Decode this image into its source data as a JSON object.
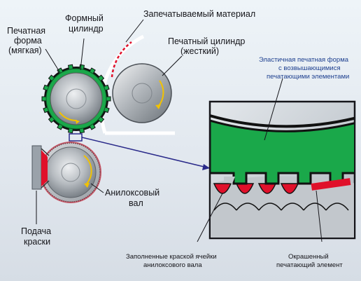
{
  "labels": {
    "plate_cylinder": [
      "Формный",
      "цилиндр"
    ],
    "soft_form": [
      "Печатная",
      "форма",
      "(мягкая)"
    ],
    "material": "Запечатываемый материал",
    "impression_cylinder": [
      "Печатный цилиндр",
      "(жесткий)"
    ],
    "anilox_roll": [
      "Анилоксовый",
      "вал"
    ],
    "ink_supply": [
      "Подача",
      "краски"
    ],
    "elastic_form": [
      "Эластичная печатная форма",
      "с возвышающимися",
      "печатающими элементами"
    ],
    "filled_cells": [
      "Заполненные краской ячейки",
      "анилоксового вала"
    ],
    "inked_element": [
      "Окрашенный",
      "печатающий элемент"
    ]
  },
  "colors": {
    "plate_green": "#1aa84a",
    "ink_red": "#e0102a",
    "steel": "#b9bfc5",
    "callout_blue": "#2a2a8a"
  }
}
